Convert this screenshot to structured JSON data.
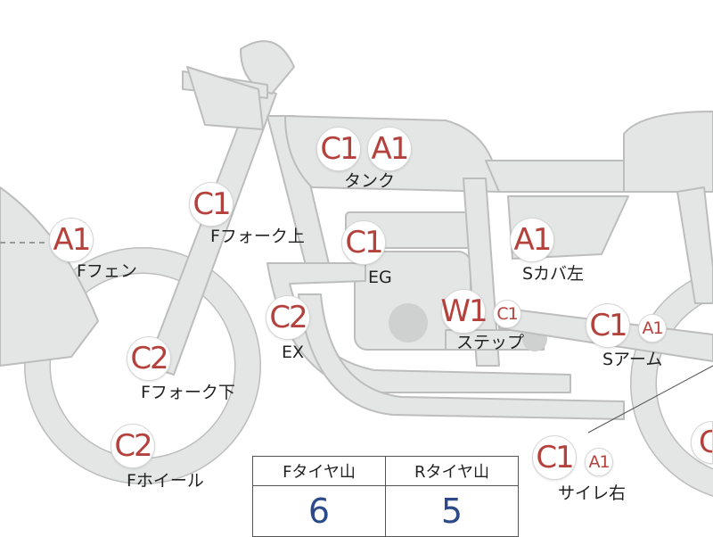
{
  "colors": {
    "part_fill": "#e4e5e5",
    "part_stroke": "#bdbdbd",
    "badge_text": "#b5413c",
    "value_text": "#2c4a8a"
  },
  "badges": [
    {
      "id": "tank-c1",
      "text": "C1"
    },
    {
      "id": "tank-a1",
      "text": "A1"
    },
    {
      "id": "ffork-upper-c1",
      "text": "C1"
    },
    {
      "id": "ffender-a1",
      "text": "A1"
    },
    {
      "id": "eg-c1",
      "text": "C1"
    },
    {
      "id": "scover-left-a1",
      "text": "A1"
    },
    {
      "id": "ex-c2",
      "text": "C2"
    },
    {
      "id": "step-w1",
      "text": "W1"
    },
    {
      "id": "step-c1",
      "text": "C1"
    },
    {
      "id": "sarm-c1",
      "text": "C1"
    },
    {
      "id": "sarm-a1",
      "text": "A1"
    },
    {
      "id": "ffork-lower-c2",
      "text": "C2"
    },
    {
      "id": "fwheel-c2",
      "text": "C2"
    },
    {
      "id": "silencer-right-c1",
      "text": "C1"
    },
    {
      "id": "silencer-right-a1",
      "text": "A1"
    },
    {
      "id": "rwheel-c",
      "text": "C"
    }
  ],
  "labels": {
    "tank": "タンク",
    "ffork_upper": "Fフォーク上",
    "ffender": "Fフェン",
    "eg": "EG",
    "scover_left": "Sカバ左",
    "ex": "EX",
    "step": "ステップ",
    "sarm": "Sアーム",
    "ffork_lower": "Fフォーク下",
    "fwheel": "Fホイール",
    "silencer_right": "サイレ右"
  },
  "tire_table": {
    "headers": [
      "Fタイヤ山",
      "Rタイヤ山"
    ],
    "values": [
      "6",
      "5"
    ]
  }
}
